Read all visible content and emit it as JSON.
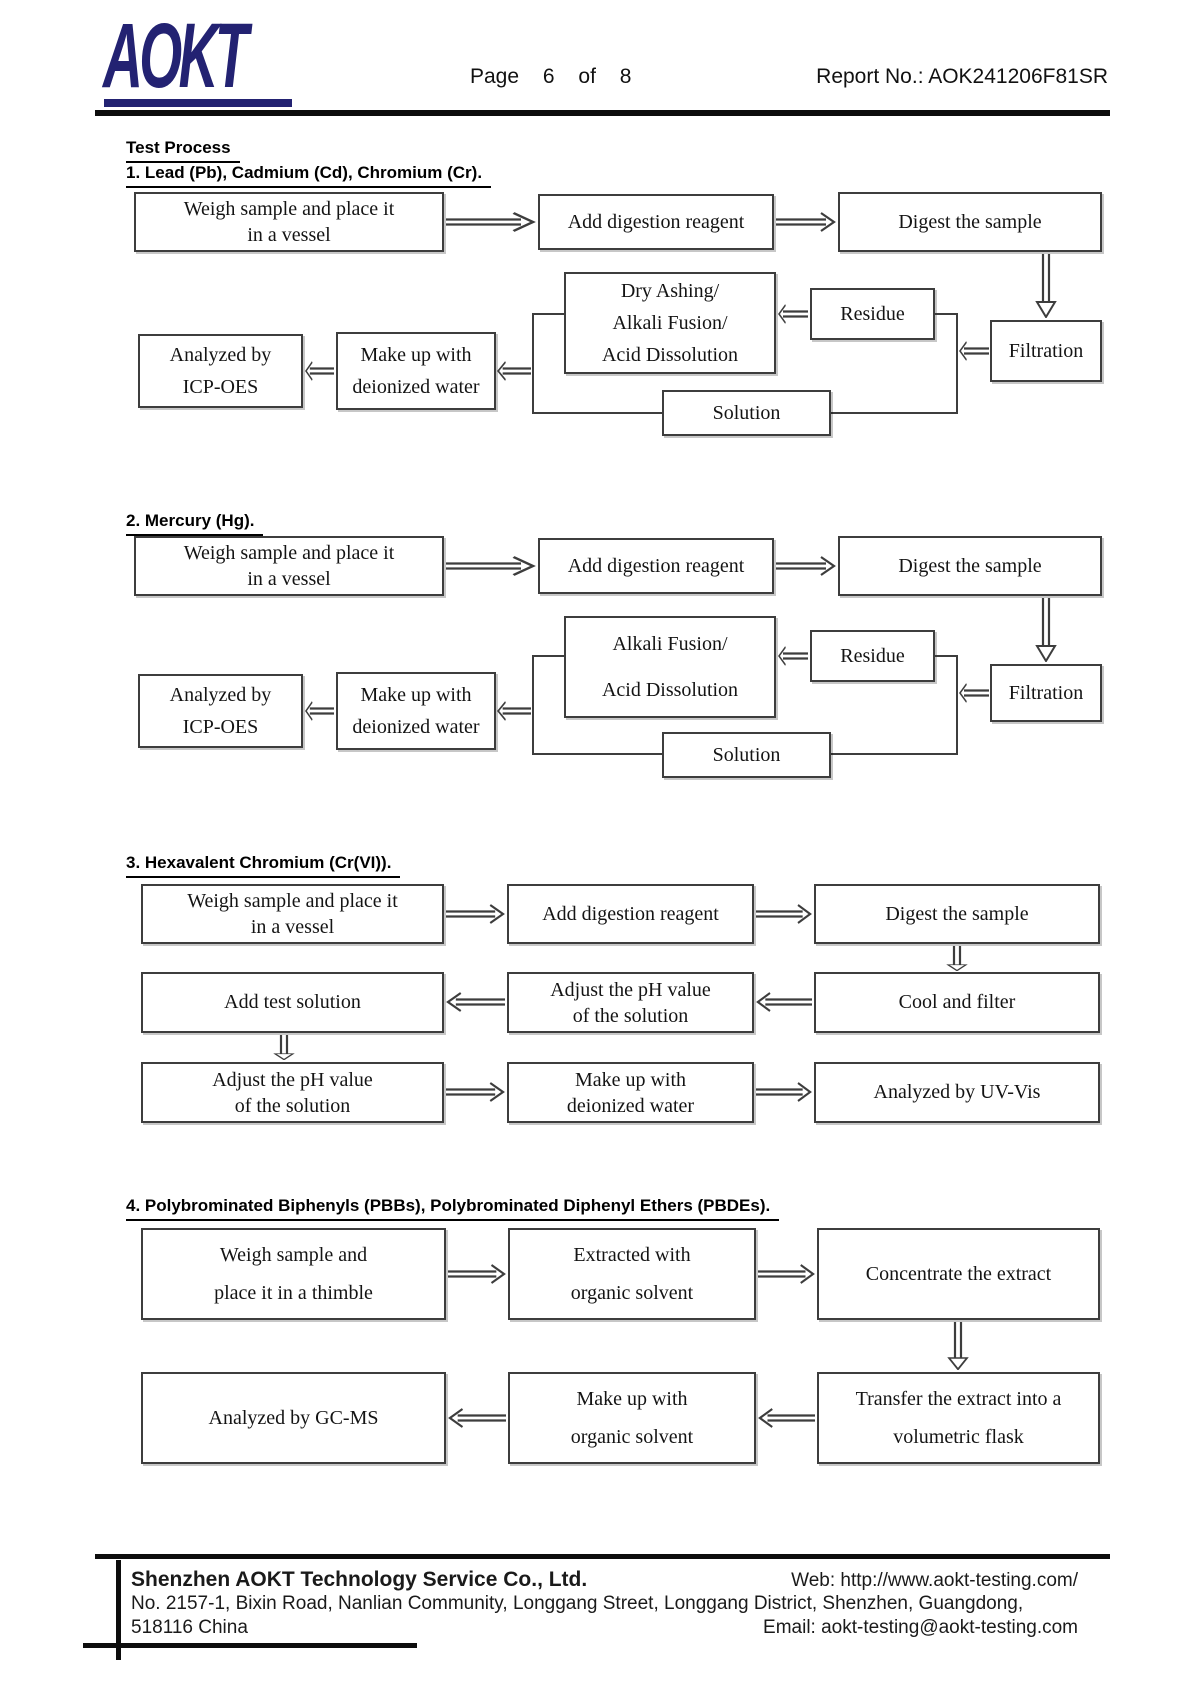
{
  "header": {
    "logo": "AOKT",
    "page_info": "Page 6 of 8",
    "report_no": "Report No.: AOK241206F81SR"
  },
  "labels": {
    "test_process": "Test Process"
  },
  "s1": {
    "title": "1. Lead (Pb), Cadmium (Cd), Chromium (Cr).",
    "weigh": {
      "l1": "Weigh sample and place it",
      "l2": "in a vessel"
    },
    "add": "Add digestion reagent",
    "digest": "Digest the sample",
    "dry": {
      "l1": "Dry Ashing/",
      "l2": "Alkali Fusion/",
      "l3": "Acid Dissolution"
    },
    "residue": "Residue",
    "filtration": "Filtration",
    "solution": "Solution",
    "makeup": {
      "l1": "Make up with",
      "l2": "deionized water"
    },
    "analyzed": {
      "l1": "Analyzed by",
      "l2": "ICP-OES"
    }
  },
  "s2": {
    "title": "2. Mercury (Hg).",
    "weigh": {
      "l1": "Weigh sample and place it",
      "l2": "in a vessel"
    },
    "add": "Add digestion reagent",
    "digest": "Digest the sample",
    "fusion": {
      "l1": "Alkali Fusion/",
      "l2": "Acid Dissolution"
    },
    "residue": "Residue",
    "filtration": "Filtration",
    "solution": "Solution",
    "makeup": {
      "l1": "Make up with",
      "l2": "deionized water"
    },
    "analyzed": {
      "l1": "Analyzed by",
      "l2": "ICP-OES"
    }
  },
  "s3": {
    "title": "3. Hexavalent Chromium (Cr(VI)).",
    "weigh": {
      "l1": "Weigh sample and place it",
      "l2": "in a vessel"
    },
    "add": "Add digestion reagent",
    "digest": "Digest the sample",
    "cool": "Cool and filter",
    "adjust1": {
      "l1": "Adjust the pH value",
      "l2": "of the solution"
    },
    "addtest": "Add test solution",
    "adjust2": {
      "l1": "Adjust the pH value",
      "l2": "of the solution"
    },
    "makeup": {
      "l1": "Make up with",
      "l2": "deionized water"
    },
    "uvvis": "Analyzed by UV-Vis"
  },
  "s4": {
    "title": "4. Polybrominated Biphenyls (PBBs), Polybrominated Diphenyl Ethers (PBDEs).",
    "weigh": {
      "l1": "Weigh sample and",
      "l2": "place it in a thimble"
    },
    "extract": {
      "l1": "Extracted with",
      "l2": "organic solvent"
    },
    "concentrate": "Concentrate the extract",
    "transfer": {
      "l1": "Transfer the extract into a",
      "l2": "volumetric flask"
    },
    "makeup": {
      "l1": "Make up with",
      "l2": "organic solvent"
    },
    "gcms": "Analyzed by GC-MS"
  },
  "footer": {
    "company": "Shenzhen AOKT Technology Service Co., Ltd.",
    "web": "Web: http://www.aokt-testing.com/",
    "address": "No. 2157-1, Bixin Road, Nanlian Community, Longgang Street, Longgang District, Shenzhen, Guangdong,",
    "city": "518116 China",
    "email": "Email: aokt-testing@aokt-testing.com"
  },
  "colors": {
    "logo_navy": "#232272",
    "line_black": "#0d0d0d"
  }
}
